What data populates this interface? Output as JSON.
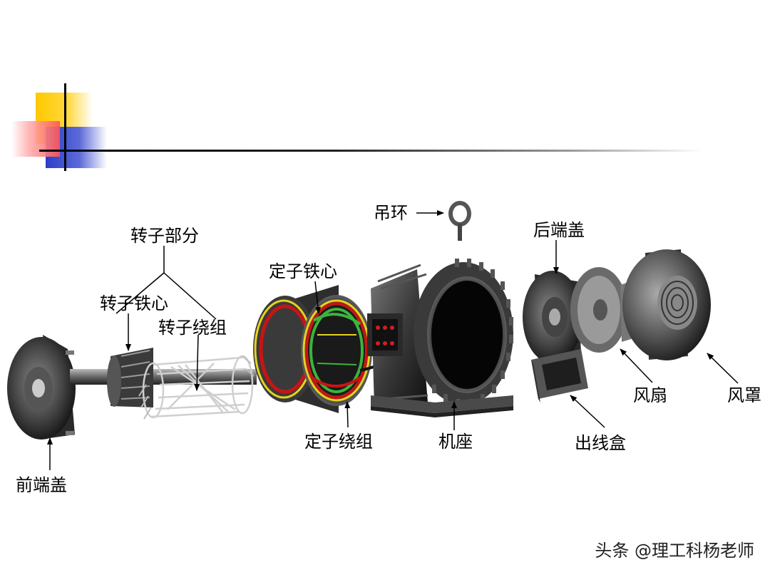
{
  "labels": {
    "rotor_part": "转子部分",
    "rotor_core": "转子铁心",
    "rotor_winding": "转子绕组",
    "front_cover": "前端盖",
    "stator_core": "定子铁心",
    "stator_winding": "定子绕组",
    "lifting_ring": "吊环",
    "frame": "机座",
    "rear_cover": "后端盖",
    "fan": "风扇",
    "fan_cover": "风罩",
    "junction_box": "出线盒"
  },
  "watermark": "头条 @理工科杨老师",
  "colors": {
    "deco_yellow": "#ffc800",
    "deco_red": "#ff5555",
    "deco_blue": "#2a3ec8",
    "metal_dark": "#3a3a3a",
    "winding_red": "#c81414",
    "winding_green": "#3cb43c",
    "winding_yellow": "#e6d21e"
  }
}
